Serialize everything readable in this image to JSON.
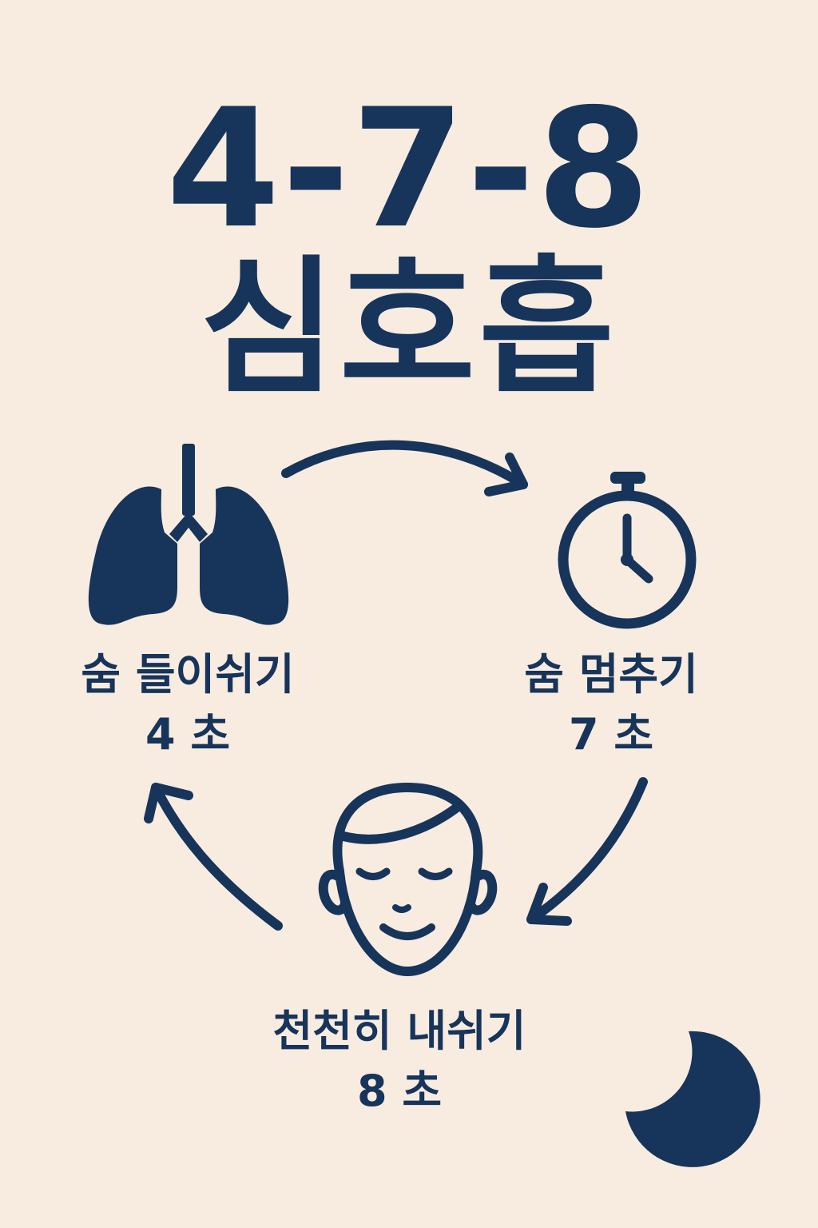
{
  "title": {
    "main": "4-7-8",
    "sub": "심호흡"
  },
  "steps": [
    {
      "label": "숨 들이쉬기",
      "duration": "4 초",
      "icon": "lungs-icon"
    },
    {
      "label": "숨 멈추기",
      "duration": "7 초",
      "icon": "stopwatch-icon"
    },
    {
      "label": "천천히 내쉬기",
      "duration": "8 초",
      "icon": "calm-face-icon"
    }
  ],
  "decor": {
    "icon": "crescent-moon-icon"
  },
  "colors": {
    "background": "#f8ece0",
    "ink": "#17345a"
  }
}
